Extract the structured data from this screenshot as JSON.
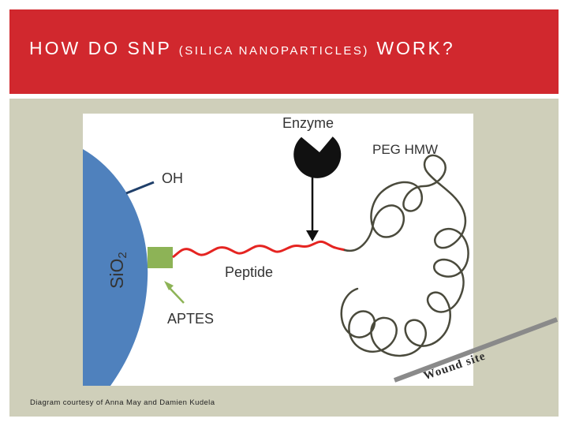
{
  "header": {
    "title_main": "HOW DO SNP ",
    "title_paren": "(SILICA NANOPARTICLES)",
    "title_end": " WORK?"
  },
  "diagram": {
    "labels": {
      "enzyme": "Enzyme",
      "peg": "PEG HMW",
      "oh": "OH",
      "sio2": "SiO",
      "sio2_sub": "2",
      "peptide": "Peptide",
      "aptes": "APTES"
    },
    "colors": {
      "silica": "#4f81bd",
      "aptes": "#8db356",
      "peptide": "#e52421",
      "peg": "#4a4a3c",
      "enzyme": "#111111"
    }
  },
  "caption": "Diagram courtesy of Anna May and Damien Kudela",
  "wound_site": "Wound site"
}
